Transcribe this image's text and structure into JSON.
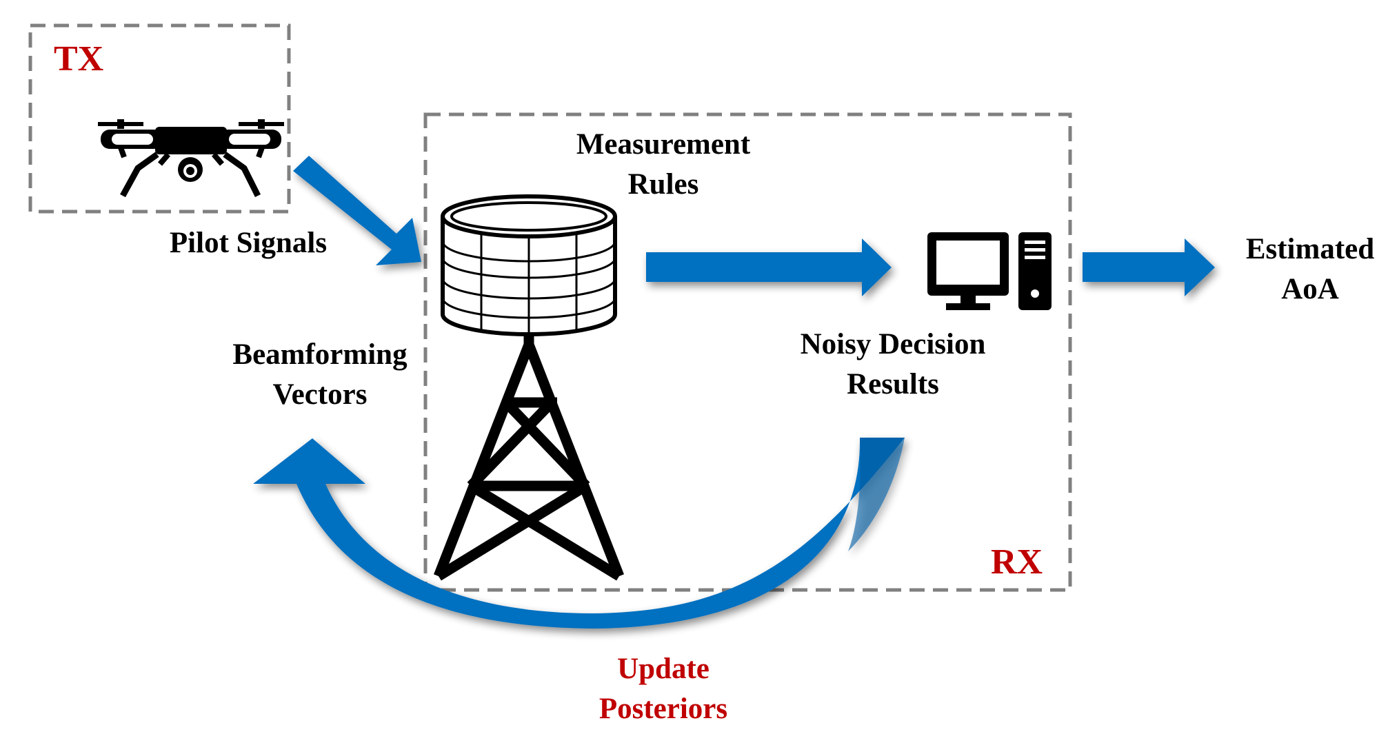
{
  "colors": {
    "arrow": "#0070c0",
    "arrow_dark": "#005a9e",
    "box_border": "#808080",
    "red_text": "#c00000",
    "icon": "#000000"
  },
  "icons": {
    "transmitter": "drone-icon",
    "database": "database-icon",
    "receiver_antenna": "antenna-tower-icon",
    "processor": "computer-icon"
  },
  "tx_box": {
    "label": "TX"
  },
  "rx_box": {
    "label": "RX"
  },
  "labels": {
    "pilot_signals": "Pilot Signals",
    "measurement_rules": [
      "Measurement",
      "Rules"
    ],
    "beamforming_vectors": [
      "Beamforming",
      "Vectors"
    ],
    "noisy_decision_results": [
      "Noisy Decision",
      "Results"
    ],
    "estimated_aoa": [
      "Estimated",
      "AoA"
    ],
    "update_posteriors": [
      "Update",
      "Posteriors"
    ]
  }
}
